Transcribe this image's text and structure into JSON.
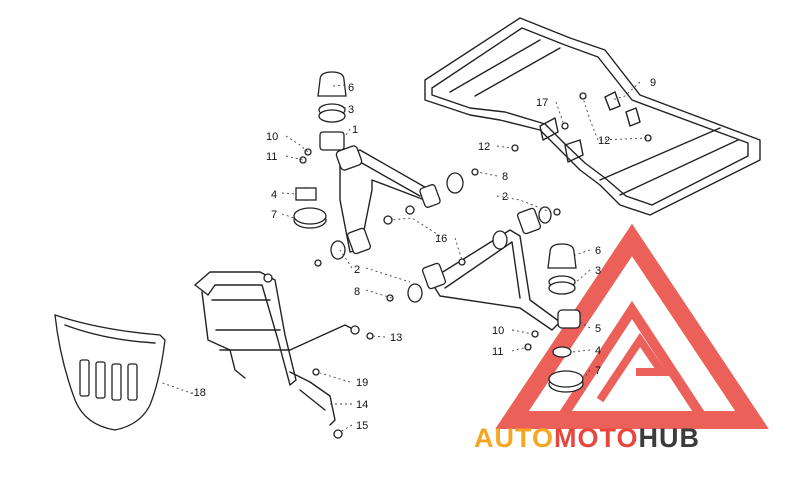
{
  "callouts": [
    {
      "id": "c6a",
      "text": "6"
    },
    {
      "id": "c3a",
      "text": "3"
    },
    {
      "id": "c1",
      "text": "1"
    },
    {
      "id": "c10a",
      "text": "10"
    },
    {
      "id": "c11a",
      "text": "11"
    },
    {
      "id": "c4a",
      "text": "4"
    },
    {
      "id": "c7a",
      "text": "7"
    },
    {
      "id": "c9",
      "text": "9"
    },
    {
      "id": "c17",
      "text": "17"
    },
    {
      "id": "c12a",
      "text": "12"
    },
    {
      "id": "c12b",
      "text": "12"
    },
    {
      "id": "c8a",
      "text": "8"
    },
    {
      "id": "c2a",
      "text": "2"
    },
    {
      "id": "c16",
      "text": "16"
    },
    {
      "id": "c2b",
      "text": "2"
    },
    {
      "id": "c8b",
      "text": "8"
    },
    {
      "id": "c6b",
      "text": "6"
    },
    {
      "id": "c3b",
      "text": "3"
    },
    {
      "id": "c13",
      "text": "13"
    },
    {
      "id": "c5",
      "text": "5"
    },
    {
      "id": "c10b",
      "text": "10"
    },
    {
      "id": "c4b",
      "text": "4"
    },
    {
      "id": "c11b",
      "text": "11"
    },
    {
      "id": "c7b",
      "text": "7"
    },
    {
      "id": "c19",
      "text": "19"
    },
    {
      "id": "c18",
      "text": "-18"
    },
    {
      "id": "c14",
      "text": "14"
    },
    {
      "id": "c15",
      "text": "15"
    }
  ],
  "watermark": {
    "auto": "AUTO",
    "moto": "MOTO",
    "hub": "HUB",
    "color_primary": "#e8453c",
    "color_accent": "#f5a623",
    "color_dark": "#3c3c3c"
  }
}
